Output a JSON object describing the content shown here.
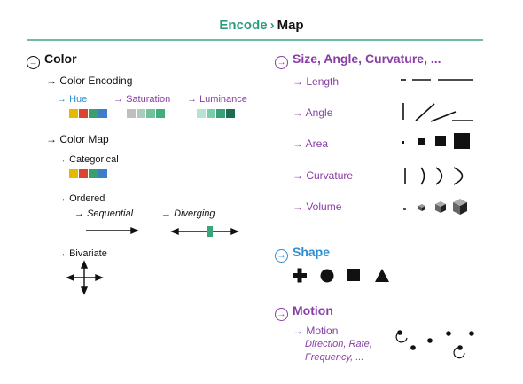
{
  "header": {
    "encode": "Encode",
    "separator": "›",
    "map": "Map"
  },
  "left": {
    "color": "Color",
    "color_encoding": "Color Encoding",
    "hue": "Hue",
    "saturation": "Saturation",
    "luminance": "Luminance",
    "color_map": "Color Map",
    "categorical": "Categorical",
    "ordered": "Ordered",
    "sequential": "Sequential",
    "diverging": "Diverging",
    "bivariate": "Bivariate"
  },
  "right": {
    "size": "Size, Angle, Curvature, ...",
    "length": "Length",
    "angle": "Angle",
    "area": "Area",
    "curvature": "Curvature",
    "volume": "Volume",
    "shape": "Shape",
    "motion": "Motion",
    "motion_item": "Motion",
    "motion_desc1": "Direction, Rate,",
    "motion_desc2": "Frequency, ..."
  },
  "colors": {
    "hue": [
      "#e6b800",
      "#d9452f",
      "#3a9f6b",
      "#3c7fc6"
    ],
    "saturation": [
      "#bfbfbf",
      "#a9cdbd",
      "#72c09c",
      "#3dae7e"
    ],
    "luminance": [
      "#b9e3d0",
      "#7ccbaa",
      "#3a9f74",
      "#1f6b4f"
    ],
    "categorical": [
      "#e6b800",
      "#d9452f",
      "#3a9f6b",
      "#3c7fc6"
    ]
  }
}
